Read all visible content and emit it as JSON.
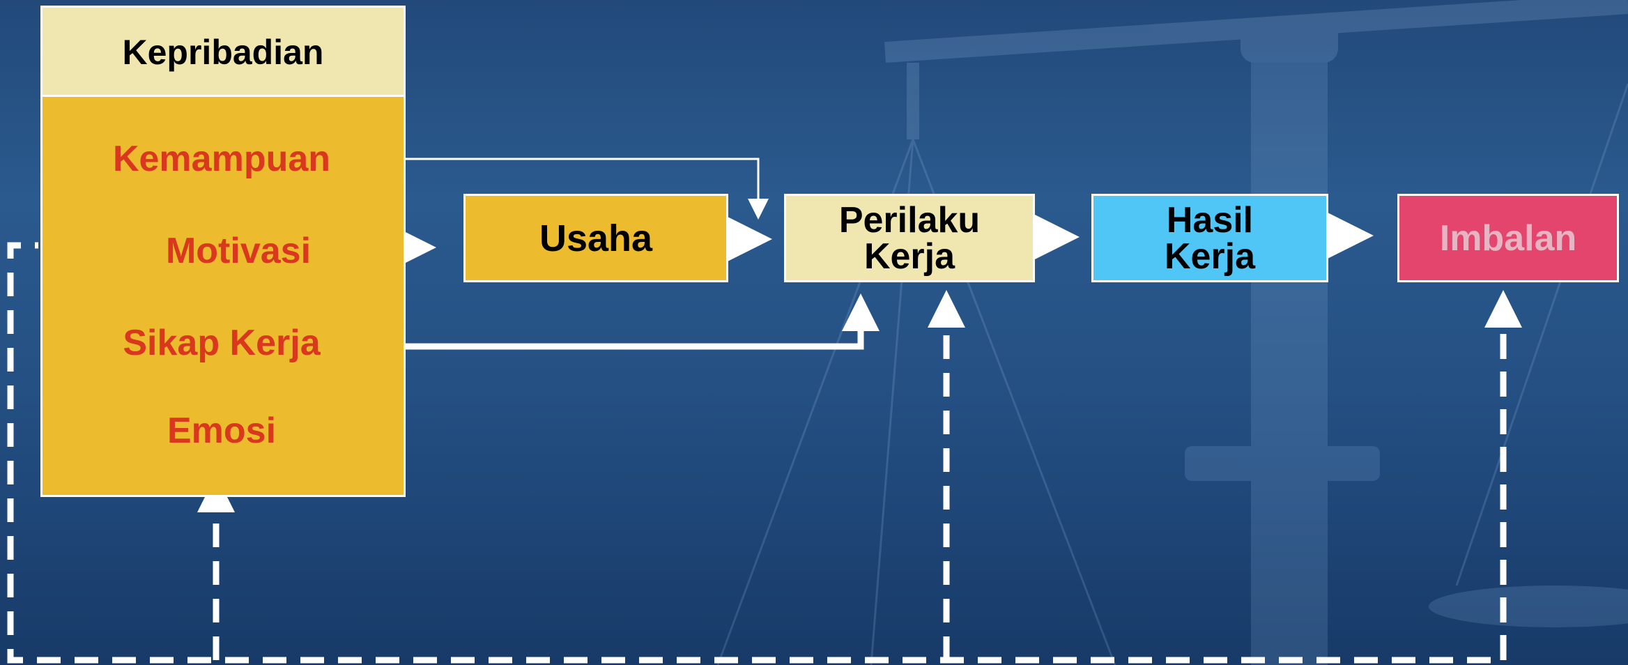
{
  "kepribadian": {
    "header": "Kepribadian",
    "items": [
      "Kemampuan",
      "Motivasi",
      "Sikap Kerja",
      "Emosi"
    ]
  },
  "boxes": {
    "usaha": "Usaha",
    "perilaku_line1": "Perilaku",
    "perilaku_line2": "Kerja",
    "hasil_line1": "Hasil",
    "hasil_line2": "Kerja",
    "imbalan": "Imbalan"
  },
  "colors": {
    "kepribadian_header": "#efe6b0",
    "kepribadian_body": "#ecbb2e",
    "usaha": "#ecbb2e",
    "perilaku": "#efe6b0",
    "hasil": "#4fc6f5",
    "imbalan": "#e3456c",
    "imbalan_text": "#e8b3c2",
    "factor_text": "#d9381e"
  }
}
